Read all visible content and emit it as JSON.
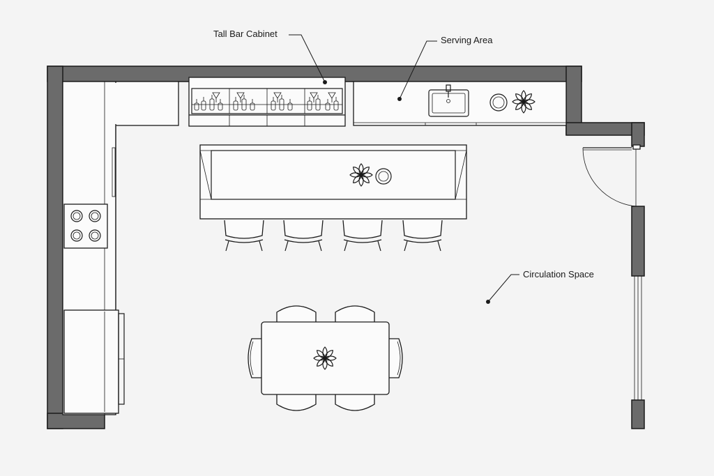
{
  "labels": {
    "tall_bar_cabinet": "Tall Bar Cabinet",
    "serving_area": "Serving Area",
    "circulation_space": "Circulation Space"
  },
  "colors": {
    "background": "#f4f4f4",
    "wall_fill": "#6b6b6b",
    "line": "#1a1a1a",
    "furniture_fill": "#fbfbfb"
  },
  "icons": {
    "centerpiece": "flower-centerpiece-icon",
    "bowl": "bowl-icon",
    "sink": "sink-icon"
  }
}
